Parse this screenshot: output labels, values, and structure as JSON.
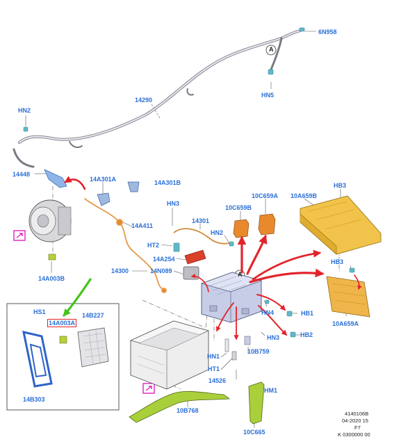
{
  "colors": {
    "label": "#2b6fd6",
    "arrow_red": "#e3232b",
    "arrow_green": "#46c21b",
    "battery_yellow": "#f2c34a",
    "orange": "#e8892e",
    "green_shield": "#a9cf3b",
    "outline_grey": "#6d6d6d",
    "magenta_icon": "#e020c0"
  },
  "labels": {
    "6N958": "6N958",
    "HN5": "HN5",
    "14290": "14290",
    "HN2_top": "HN2",
    "14448": "14448",
    "14A301A": "14A301A",
    "14A301B": "14A301B",
    "HB3_top": "HB3",
    "10C659A": "10C659A",
    "10C659B": "10C659B",
    "10A659B": "10A659B",
    "HN3_top": "HN3",
    "14301": "14301",
    "HN2_mid": "HN2",
    "14A411": "14A411",
    "HT2": "HT2",
    "14A254": "14A254",
    "14300": "14300",
    "14N089": "14N089",
    "14A003B": "14A003B",
    "HB3_mid": "HB3",
    "10A659A": "10A659A",
    "HN4": "HN4",
    "HB1": "HB1",
    "HN3_bot": "HN3",
    "HB2": "HB2",
    "10B759": "10B759",
    "HN1": "HN1",
    "HT1": "HT1",
    "14526": "14526",
    "HM1": "HM1",
    "10B768": "10B768",
    "10C665": "10C665",
    "HS1": "HS1",
    "14A003A": "14A003A",
    "14B227": "14B227",
    "14B303": "14B303"
  },
  "callout_letter": "A",
  "drawing_meta": {
    "line1": "4140106B",
    "line2": "04-2020 15",
    "line3": "F7",
    "line4": "K 0300000 00"
  }
}
